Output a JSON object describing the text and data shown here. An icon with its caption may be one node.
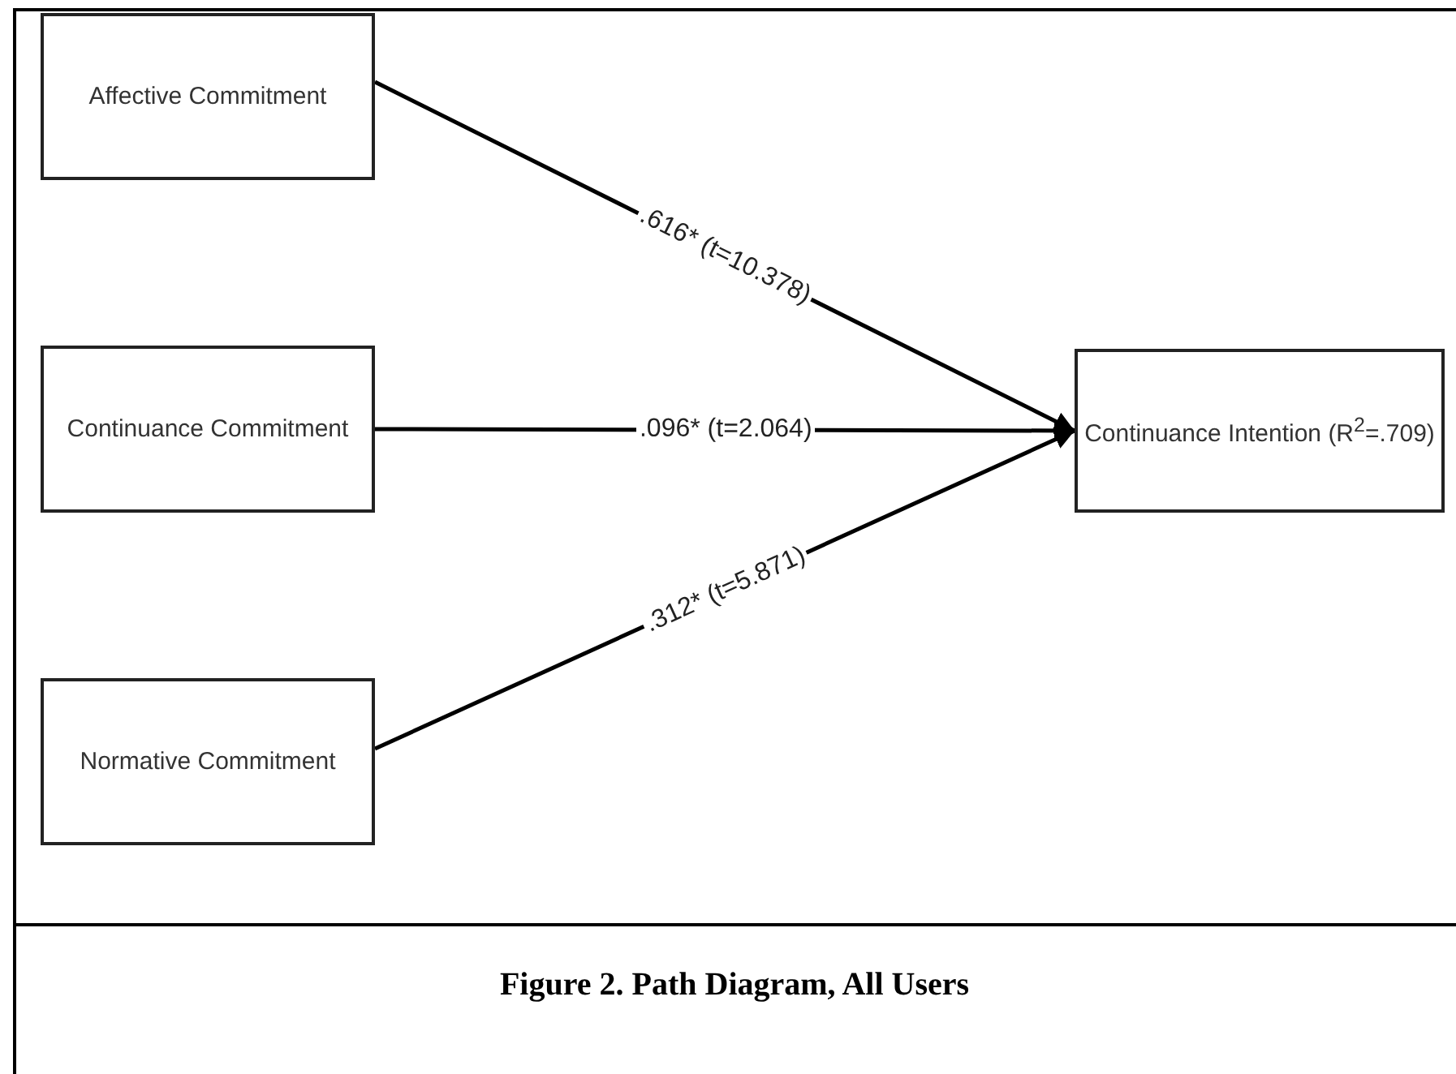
{
  "diagram": {
    "caption": "Figure 2. Path Diagram, All Users",
    "nodes": [
      {
        "text": [
          "Affective Commitment"
        ]
      },
      {
        "text": [
          "Continuance Commitment"
        ]
      },
      {
        "text": [
          "Normative Commitment"
        ]
      },
      {
        "text": [
          "Continuance Intention (R$^{2}$=.709)"
        ]
      }
    ],
    "edges": [
      {
        "from": 0,
        "to": 3,
        "arrow": "to",
        "label": ".616* (t=10.378)"
      },
      {
        "from": 1,
        "to": 3,
        "arrow": "to",
        "label": ".096* (t=2.064)"
      },
      {
        "from": 2,
        "to": 3,
        "arrow": "to",
        "label": ".312* (t=5.871)"
      }
    ]
  }
}
